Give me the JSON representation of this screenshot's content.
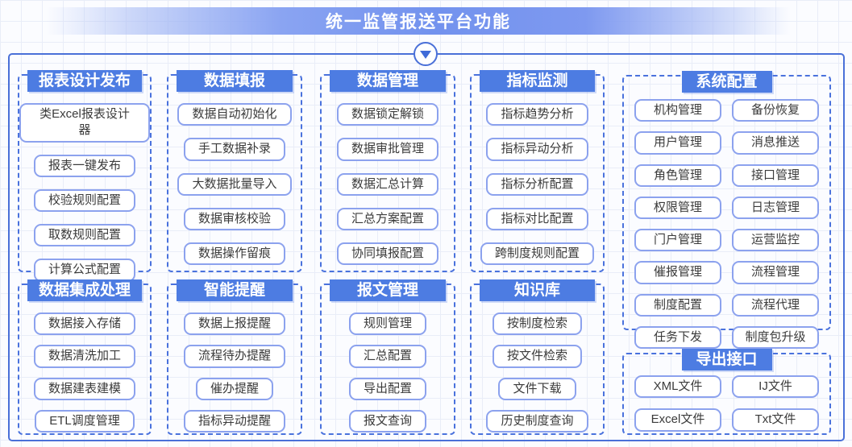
{
  "title": "统一监管报送平台功能",
  "icons": {
    "arrow": "down-triangle-icon"
  },
  "colors": {
    "accent_blue": "#4d7ce2",
    "panel_border": "#4a70d8",
    "group_border": "#4a72dd",
    "button_border": "#8ca2ee",
    "title_gradient_blue": "#7292ee"
  },
  "groups": [
    {
      "id": "report-design",
      "title": "报表设计发布",
      "items": [
        "类Excel报表设计器",
        "报表一键发布",
        "校验规则配置",
        "取数规则配置",
        "计算公式配置"
      ]
    },
    {
      "id": "data-filling",
      "title": "数据填报",
      "items": [
        "数据自动初始化",
        "手工数据补录",
        "大数据批量导入",
        "数据审核校验",
        "数据操作留痕"
      ]
    },
    {
      "id": "data-management",
      "title": "数据管理",
      "items": [
        "数据锁定解锁",
        "数据审批管理",
        "数据汇总计算",
        "汇总方案配置",
        "协同填报配置"
      ]
    },
    {
      "id": "indicator-monitoring",
      "title": "指标监测",
      "items": [
        "指标趋势分析",
        "指标异动分析",
        "指标分析配置",
        "指标对比配置",
        "跨制度规则配置"
      ]
    },
    {
      "id": "system-config",
      "title": "系统配置",
      "items": [
        "机构管理",
        "备份恢复",
        "用户管理",
        "消息推送",
        "角色管理",
        "接口管理",
        "权限管理",
        "日志管理",
        "门户管理",
        "运营监控",
        "催报管理",
        "流程管理",
        "制度配置",
        "流程代理",
        "任务下发",
        "制度包升级"
      ]
    },
    {
      "id": "data-integration",
      "title": "数据集成处理",
      "items": [
        "数据接入存储",
        "数据清洗加工",
        "数据建表建模",
        "ETL调度管理"
      ]
    },
    {
      "id": "smart-reminder",
      "title": "智能提醒",
      "items": [
        "数据上报提醒",
        "流程待办提醒",
        "催办提醒",
        "指标异动提醒"
      ]
    },
    {
      "id": "message-management",
      "title": "报文管理",
      "items": [
        "规则管理",
        "汇总配置",
        "导出配置",
        "报文查询"
      ]
    },
    {
      "id": "knowledge-base",
      "title": "知识库",
      "items": [
        "按制度检索",
        "按文件检索",
        "文件下载",
        "历史制度查询"
      ]
    },
    {
      "id": "export-interface",
      "title": "导出接口",
      "items": [
        "XML文件",
        "IJ文件",
        "Excel文件",
        "Txt文件"
      ]
    }
  ]
}
